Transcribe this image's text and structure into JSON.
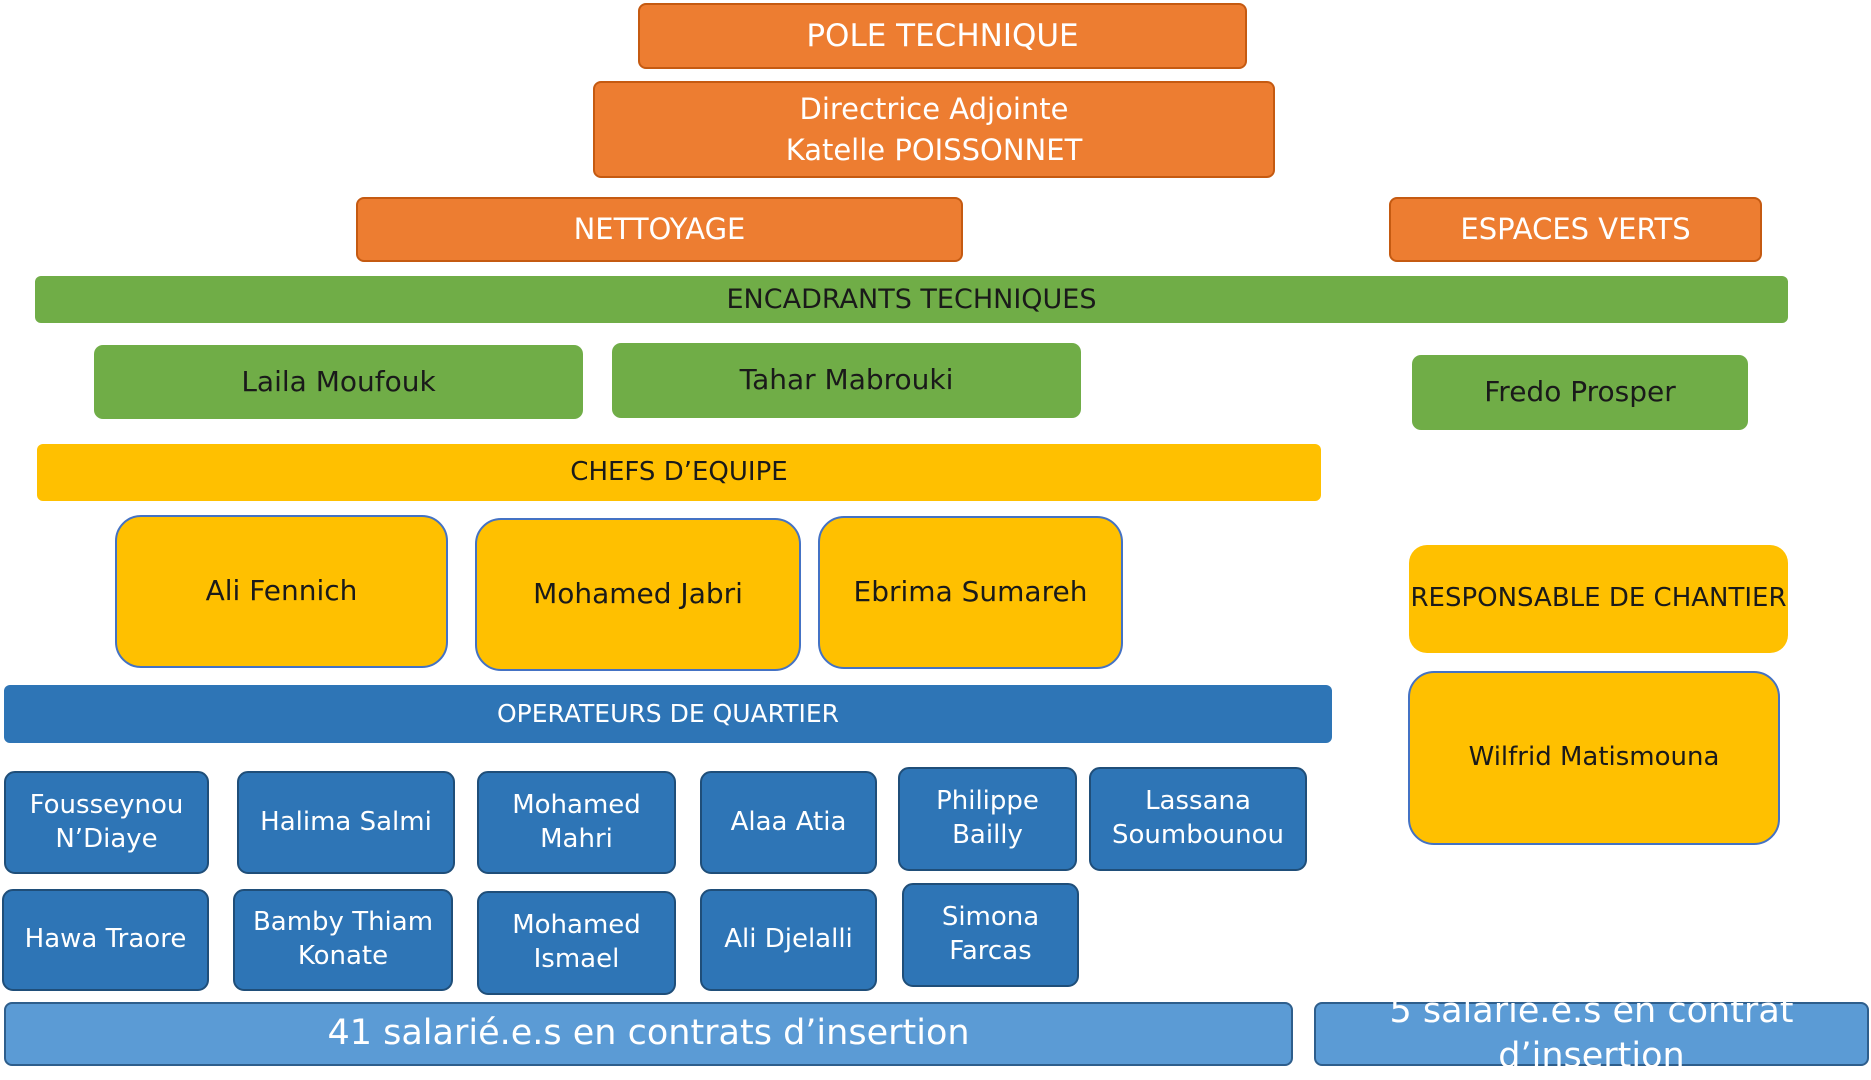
{
  "header": {
    "pole": "POLE TECHNIQUE",
    "directrice_title": "Directrice Adjointe",
    "directrice_name": "Katelle POISSONNET"
  },
  "departments": {
    "nettoyage": "NETTOYAGE",
    "espaces_verts": "ESPACES VERTS"
  },
  "encadrants": {
    "label": "ENCADRANTS TECHNIQUES",
    "people": [
      "Laila Moufouk",
      "Tahar Mabrouki",
      "Fredo Prosper"
    ]
  },
  "chefs": {
    "label": "CHEFS D’EQUIPE",
    "people": [
      "Ali Fennich",
      "Mohamed Jabri",
      "Ebrima Sumareh"
    ]
  },
  "responsable": {
    "label": "RESPONSABLE DE CHANTIER",
    "name": "Wilfrid Matismouna"
  },
  "operateurs": {
    "label": "OPERATEURS DE QUARTIER",
    "people": [
      [
        "Fousseynou",
        "N’Diaye"
      ],
      [
        "Halima Salmi"
      ],
      [
        "Mohamed",
        "Mahri"
      ],
      [
        "Alaa Atia"
      ],
      [
        "Philippe",
        "Bailly"
      ],
      [
        "Lassana",
        "Soumbounou"
      ],
      [
        "Hawa Traore"
      ],
      [
        "Bamby Thiam",
        "Konate"
      ],
      [
        "Mohamed",
        "Ismael"
      ],
      [
        "Ali Djelalli"
      ],
      [
        "Simona",
        "Farcas"
      ]
    ]
  },
  "footer": {
    "nettoyage_count": "41 salarié.e.s en contrats d’insertion",
    "espaces_verts_count": "5 salarié.e.s en contrat d’insertion"
  }
}
